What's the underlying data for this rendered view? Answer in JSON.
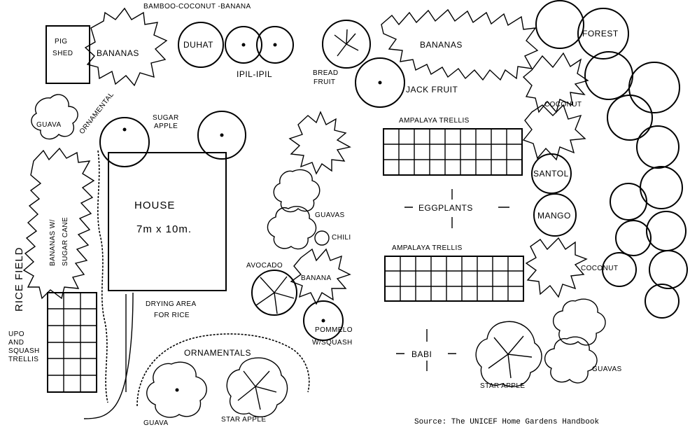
{
  "labels": {
    "top_edge": "BAMBOO-COCONUT -BANANA",
    "pig_shed_1": "PIG",
    "pig_shed_2": "SHED",
    "bananas_nw": "BANANAS",
    "duhat": "DUHAT",
    "ipil_ipil": "IPIL-IPIL",
    "bread_fruit_1": "BREAD",
    "bread_fruit_2": "FRUIT",
    "bananas_n": "BANANAS",
    "jack_fruit": "JACK FRUIT",
    "forest": "FOREST",
    "guava_w": "GUAVA",
    "ornamental_w": "ORNAMENTAL",
    "sugar_apple_1": "SUGAR",
    "sugar_apple_2": "APPLE",
    "coconut_ne": "COCONUT",
    "ampalaya_top": "AMPALAYA TRELLIS",
    "rice_field": "RICE FIELD",
    "bananas_sugar_1": "BANANAS W/",
    "bananas_sugar_2": "SUGAR CANE",
    "house_1": "HOUSE",
    "house_2": "7m x 10m.",
    "santol": "SANTOL",
    "eggplants": "EGGPLANTS",
    "mango": "MANGO",
    "guavas_mid": "GUAVAS",
    "chili": "CHILI",
    "ampalaya_bottom": "AMPALAYA TRELLIS",
    "coconut_e": "COCONUT",
    "avocado": "AVOCADO",
    "banana_mid": "BANANA",
    "drying_1": "DRYING AREA",
    "drying_2": "FOR RICE",
    "upo_1": "UPO",
    "upo_2": "AND",
    "upo_3": "SQUASH",
    "upo_4": "TRELLIS",
    "pomelo_1": "POMMELO",
    "pomelo_2": "W/SQUASH",
    "ornamentals_s": "ORNAMENTALS",
    "babi": "BABI",
    "guavas_se": "GUAVAS",
    "star_apple_s": "STAR APPLE",
    "star_apple_mid": "STAR APPLE",
    "guava_s": "GUAVA",
    "source": "Source:   The UNICEF Home Gardens Handbook"
  }
}
